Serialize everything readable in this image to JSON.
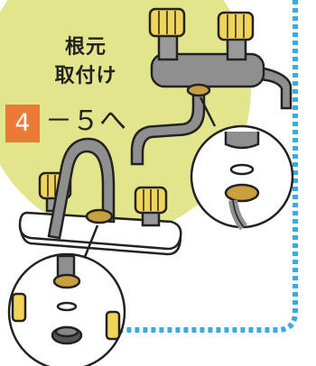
{
  "heading": {
    "line1": "根元",
    "line2": "取付け"
  },
  "step": {
    "number": "4",
    "range": "－５へ"
  },
  "colors": {
    "badge": "#ea7a35",
    "blob": "#e3e58c",
    "frame_dots": "#3ba9e2",
    "brass": "#f2d45a",
    "pipe": "#8f8f8f"
  }
}
